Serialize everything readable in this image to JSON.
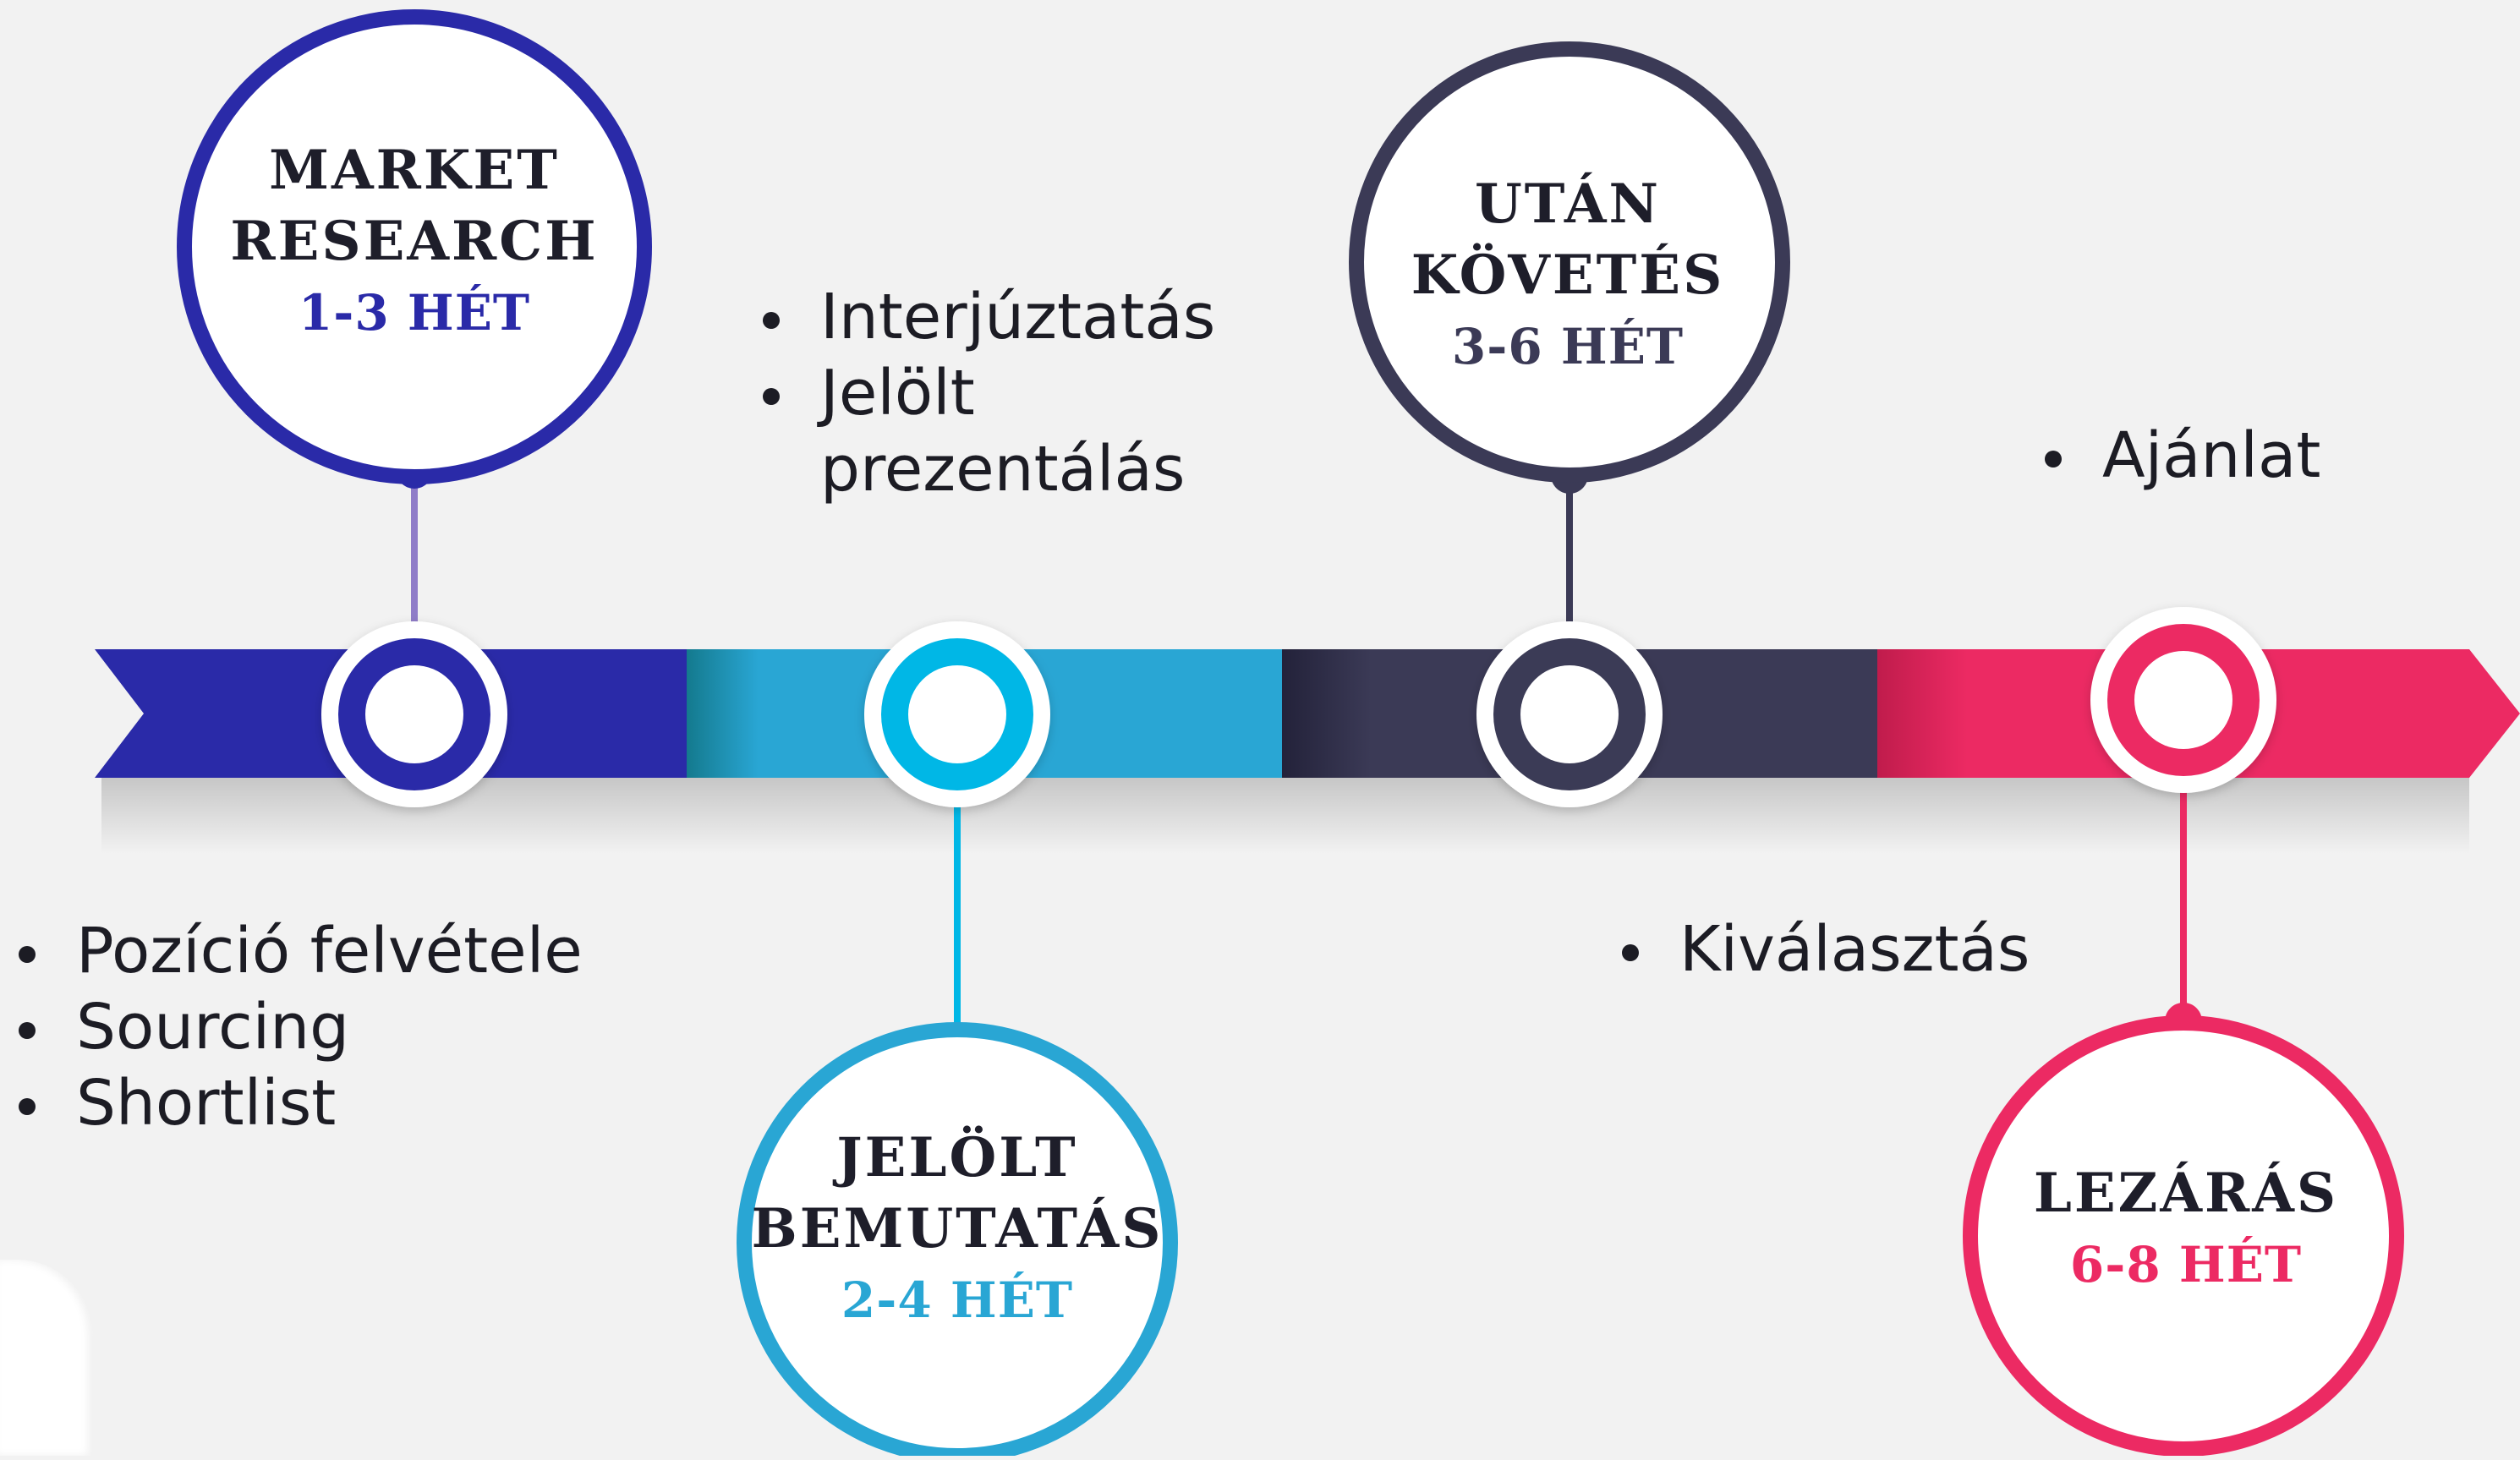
{
  "colors": {
    "background": "#f2f2f2",
    "stage1": "#2a2aa8",
    "stage2": "#29a6d4",
    "stage2_ring": "#00b7e6",
    "stage3": "#3b3a56",
    "stage4": "#ec2a63",
    "text": "#1e1e2a"
  },
  "stages": [
    {
      "title_line1": "MARKET",
      "title_line2": "RESEARCH",
      "duration": "1-3 HÉT",
      "bullets": [
        "Pozíció felvétele",
        "Sourcing",
        "Shortlist"
      ]
    },
    {
      "title_line1": "JELÖLT",
      "title_line2": "BEMUTATÁS",
      "duration": "2-4 HÉT",
      "bullets": [
        "Interjúztatás",
        "Jelölt prezentálás"
      ]
    },
    {
      "title_line1": "UTÁN",
      "title_line2": "KÖVETÉS",
      "duration": "3-6 HÉT",
      "bullets": [
        "Kiválasztás"
      ]
    },
    {
      "title_line1": "LEZÁRÁS",
      "title_line2": "",
      "duration": "6-8 HÉT",
      "bullets": [
        "Ajánlat"
      ]
    }
  ]
}
